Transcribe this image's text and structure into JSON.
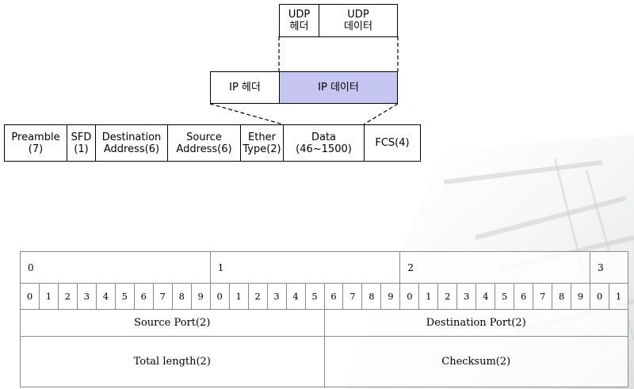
{
  "udp_segment": {
    "header_line1": "UDP",
    "header_line2": "헤더",
    "data_line1": "UDP",
    "data_line2": "데이터"
  },
  "ip_packet": {
    "header": "IP 헤더",
    "data": "IP 데이터"
  },
  "ethernet_frame": [
    {
      "line1": "Preamble",
      "line2": "(7)"
    },
    {
      "line1": "SFD",
      "line2": "(1)"
    },
    {
      "line1": "Destination",
      "line2": "Address(6)"
    },
    {
      "line1": "Source",
      "line2": "Address(6)"
    },
    {
      "line1": "Ether",
      "line2": "Type(2)"
    },
    {
      "line1": "Data",
      "line2": "(46~1500)"
    },
    {
      "line1": "FCS(4)",
      "line2": ""
    }
  ],
  "udp_header_table": {
    "byte_labels": [
      "0",
      "1",
      "2",
      "3"
    ],
    "bit_labels": [
      "0",
      "1",
      "2",
      "3",
      "4",
      "5",
      "6",
      "7",
      "8",
      "9",
      "0",
      "1",
      "2",
      "3",
      "4",
      "5",
      "6",
      "7",
      "8",
      "9",
      "0",
      "1",
      "2",
      "3",
      "4",
      "5",
      "6",
      "7",
      "8",
      "9",
      "0",
      "1"
    ],
    "fields": {
      "source_port": "Source Port(2)",
      "destination_port": "Destination Port(2)",
      "total_length": "Total length(2)",
      "checksum": "Checksum(2)"
    }
  },
  "colors": {
    "ip_data_fill": "#c6c6f2",
    "border": "#000000",
    "table_border": "#8a8a8a"
  }
}
